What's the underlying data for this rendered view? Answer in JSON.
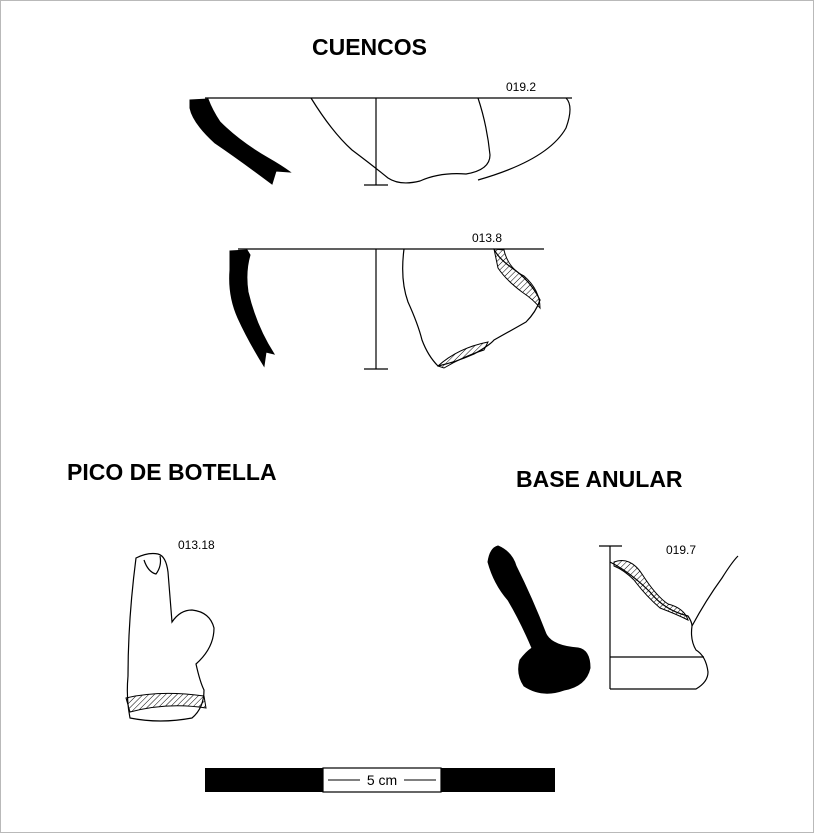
{
  "headings": {
    "cuencos": "CUENCOS",
    "pico": "PICO DE BOTELLA",
    "base": "BASE ANULAR"
  },
  "labels": {
    "bowl1": "019.2",
    "bowl2": "013.8",
    "pico": "013.18",
    "base": "019.7"
  },
  "scale": {
    "text": "5 cm"
  },
  "colors": {
    "ink": "#000000",
    "background": "#ffffff",
    "frame": "#b9b9b9"
  }
}
